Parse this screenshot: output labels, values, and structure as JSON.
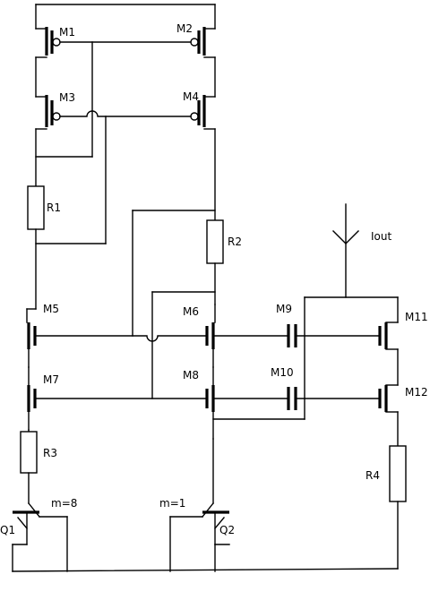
{
  "diagram": {
    "transistor_labels": {
      "m1": "M1",
      "m2": "M2",
      "m3": "M3",
      "m4": "M4",
      "m5": "M5",
      "m6": "M6",
      "m7": "M7",
      "m8": "M8",
      "m9": "M9",
      "m10": "M10",
      "m11": "M11",
      "m12": "M12"
    },
    "resistor_labels": {
      "r1": "R1",
      "r2": "R2",
      "r3": "R3",
      "r4": "R4"
    },
    "bjt_labels": {
      "q1": "Q1",
      "q2": "Q2"
    },
    "multiplicity": {
      "q1": "m=8",
      "q2": "m=1"
    },
    "output_label": "Iout"
  }
}
